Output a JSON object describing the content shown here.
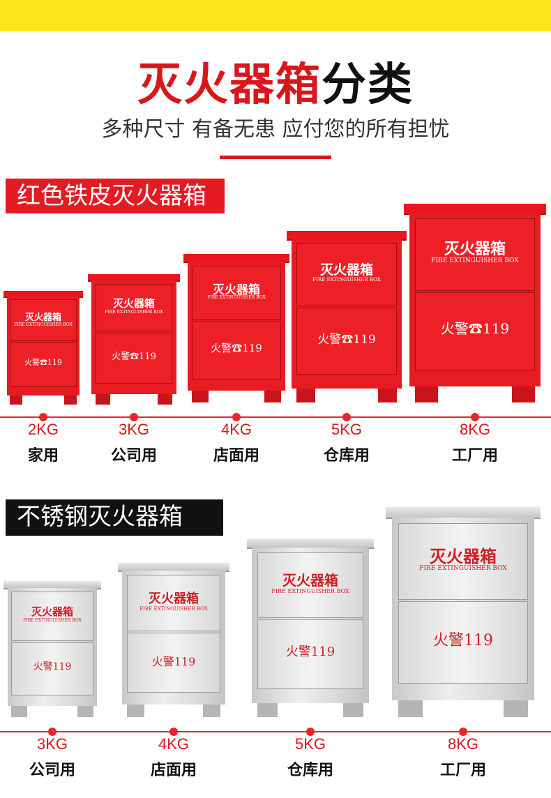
{
  "header": {
    "title_red": "灭火器箱",
    "title_dark": "分类",
    "subtitle": "多种尺寸 有备无患 应付您的所有担忧"
  },
  "red_section": {
    "label": "红色铁皮灭火器箱",
    "box_text": {
      "cn": "灭火器箱",
      "en": "FIRE EXTINGUISHER BOX",
      "tel": "火警☎119"
    },
    "items": [
      {
        "kg": "2KG",
        "use": "家用"
      },
      {
        "kg": "3KG",
        "use": "公司用"
      },
      {
        "kg": "4KG",
        "use": "店面用"
      },
      {
        "kg": "5KG",
        "use": "仓库用"
      },
      {
        "kg": "8KG",
        "use": "工厂用"
      }
    ]
  },
  "steel_section": {
    "label": "不锈钢灭火器箱",
    "box_text": {
      "cn": "灭火器箱",
      "en": "FIRE EXTINGUISHER BOX",
      "tel": "火警119"
    },
    "items": [
      {
        "kg": "3KG",
        "use": "公司用"
      },
      {
        "kg": "4KG",
        "use": "店面用"
      },
      {
        "kg": "5KG",
        "use": "仓库用"
      },
      {
        "kg": "8KG",
        "use": "工厂用"
      }
    ]
  },
  "colors": {
    "accent_red": "#e51b24",
    "banner_yellow": "#fbe61b",
    "steel": "#d6d6d6"
  }
}
